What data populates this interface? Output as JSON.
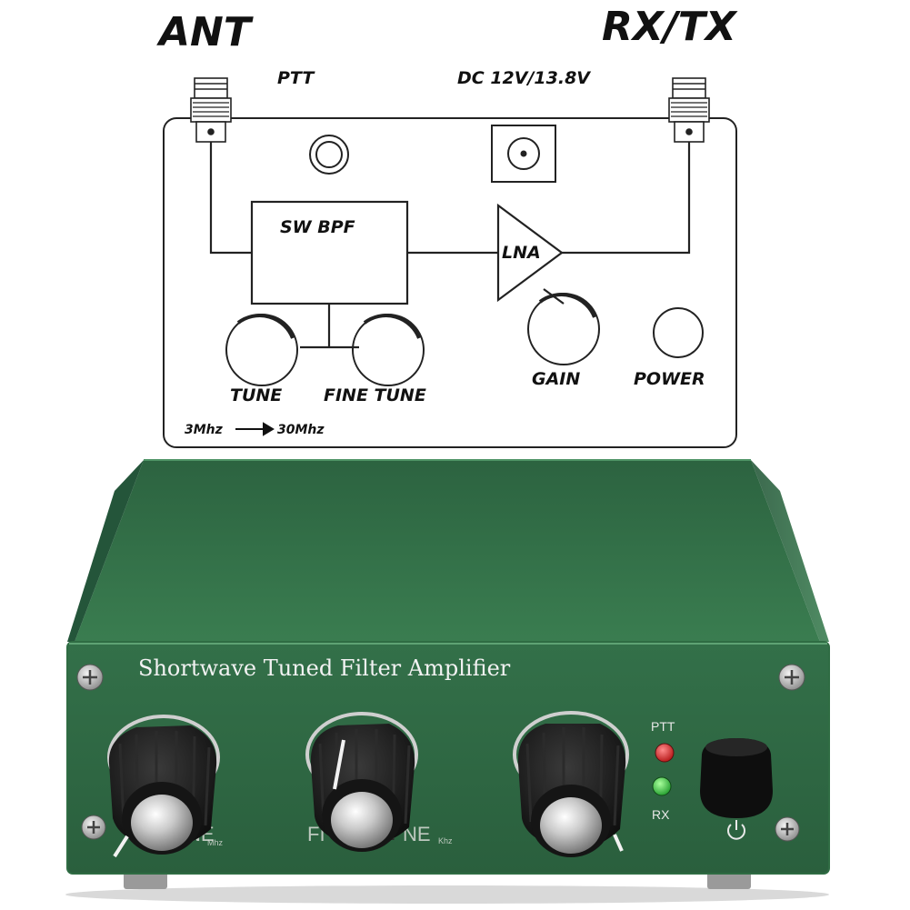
{
  "diagram": {
    "ant_label": "ANT",
    "rxtx_label": "RX/TX",
    "ptt_label": "PTT",
    "dc_label": "DC 12V/13.8V",
    "bpf_label": "SW BPF",
    "lna_label": "LNA",
    "tune_label": "TUNE",
    "fine_tune_label": "FINE TUNE",
    "gain_label": "GAIN",
    "power_label": "POWER",
    "range_start": "3Mhz",
    "range_end": "30Mhz"
  },
  "device": {
    "title": "Shortwave Tuned Filter Amplifier",
    "led_ptt_label": "PTT",
    "led_rx_label": "RX",
    "tune_text": "NE",
    "tune_unit": "Mhz",
    "fine_tune_text_left": "FI",
    "fine_tune_text_right": "NE",
    "fine_tune_unit": "Khz",
    "colors": {
      "enclosure": "#2f6c43",
      "led_ptt": "#d01e1e",
      "led_rx": "#2fbf3a"
    }
  }
}
